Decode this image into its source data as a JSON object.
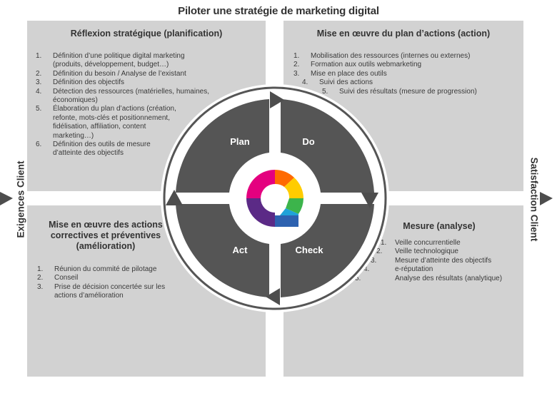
{
  "title": "Piloter une stratégie de marketing digital",
  "side_left": "Exigences Client",
  "side_right": "Satisfaction Client",
  "cycle": {
    "plan": "Plan",
    "do": "Do",
    "check": "Check",
    "act": "Act"
  },
  "top_left": {
    "title": "Réflexion stratégique (planification)",
    "items": [
      {
        "n": "1.",
        "text": "Définition d’une politique digital marketing (produits, développement, budget…)"
      },
      {
        "n": "2.",
        "text": "Définition du besoin / Analyse de l’existant"
      },
      {
        "n": "3.",
        "text": "Définition des objectifs"
      },
      {
        "n": "4.",
        "text": "Détection des ressources (matérielles, humaines, économiques)"
      },
      {
        "n": "5.",
        "text": "Élaboration du plan d’actions (création, refonte, mots-clés et positionnement, fidélisation, affiliation, content marketing…)"
      },
      {
        "n": "6.",
        "text": "Définition des outils de mesure d’atteinte des objectifs"
      }
    ]
  },
  "top_right": {
    "title": "Mise en œuvre du plan d’actions (action)",
    "items": [
      {
        "n": "1.",
        "text": "Mobilisation des ressources (internes ou externes)"
      },
      {
        "n": "2.",
        "text": "Formation aux outils webmarketing"
      },
      {
        "n": "3.",
        "text": "Mise en place des outils"
      },
      {
        "n": "4.",
        "text": "Suivi des actions"
      },
      {
        "n": "5.",
        "text": "Suivi des résultats (mesure de progression)"
      }
    ]
  },
  "bottom_left": {
    "title_line1": "Mise en œuvre des actions",
    "title_line2": "correctives et préventives",
    "title_line3": "(amélioration)",
    "items": [
      {
        "n": "1.",
        "text": "Réunion du commité de pilotage"
      },
      {
        "n": "2.",
        "text": "Conseil"
      },
      {
        "n": "3.",
        "text": "Prise de décision concertée sur les actions d’amélioration"
      }
    ]
  },
  "bottom_right": {
    "title": "Mesure (analyse)",
    "items": [
      {
        "n": "1.",
        "text": "Veille concurrentielle"
      },
      {
        "n": "2.",
        "text": "Veille technologique"
      },
      {
        "n": "3.",
        "text": "Mesure d’atteinte des objectifs"
      },
      {
        "n": "4.",
        "text": "e-réputation"
      },
      {
        "n": "5.",
        "text": "Analyse des résultats (analytique)"
      }
    ]
  },
  "colors": {
    "panel": "#d2d2d2",
    "wedge": "#555555",
    "arrow": "#4d4d4d"
  },
  "center_icon": "rainbow-e-logo"
}
